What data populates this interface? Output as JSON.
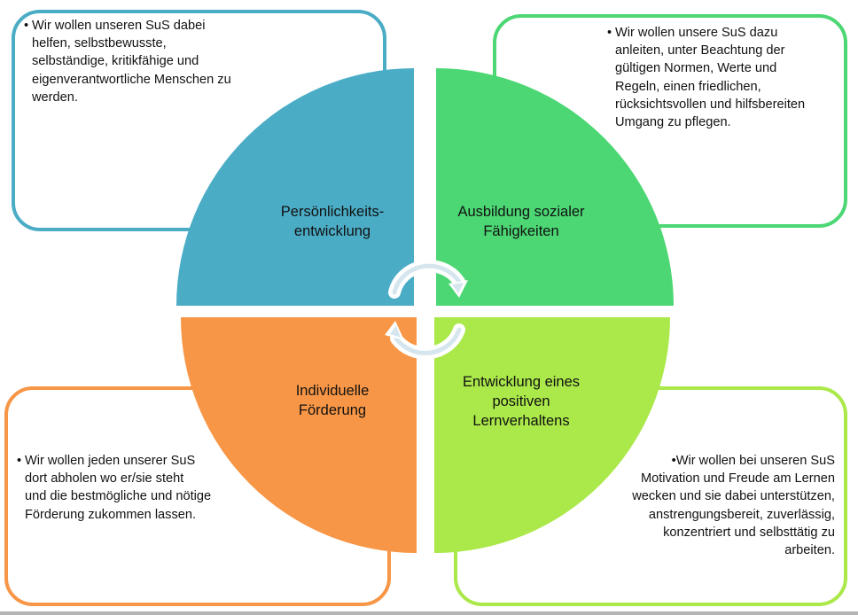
{
  "diagram": {
    "quadrants": [
      {
        "id": "tl",
        "label": "Persönlichkeits-\nentwicklung",
        "label_lines": [
          "Persönlichkeits-",
          "entwicklung"
        ],
        "color": "#4bacc6",
        "description": "Wir wollen unseren SuS dabei helfen, selbstbewusste, selbständige, kritikfähige und eigenverantwortliche Menschen zu werden.",
        "description_lines": [
          "Wir wollen unseren SuS dabei",
          "helfen, selbstbewusste,",
          "selbständige, kritikfähige und",
          "eigenverantwortliche Menschen zu",
          "werden."
        ]
      },
      {
        "id": "tr",
        "label": "Ausbildung sozialer Fähigkeiten",
        "label_lines": [
          "Ausbildung sozialer",
          "Fähigkeiten"
        ],
        "color": "#4cd774",
        "description": "Wir wollen unsere SuS dazu anleiten, unter Beachtung der gültigen Normen, Werte und Regeln, einen friedlichen, rücksichtsvollen und hilfsbereiten Umgang zu pflegen.",
        "description_lines": [
          "Wir wollen unsere SuS dazu",
          "anleiten, unter Beachtung der",
          "gültigen Normen, Werte und",
          "Regeln, einen friedlichen,",
          "rücksichtsvollen und hilfsbereiten",
          "Umgang zu pflegen."
        ]
      },
      {
        "id": "bl",
        "label": "Individuelle Förderung",
        "label_lines": [
          "Individuelle",
          "Förderung"
        ],
        "color": "#f79646",
        "description": "Wir wollen jeden unserer SuS dort abholen wo er/sie steht und die bestmögliche und nötige Förderung zukommen lassen.",
        "description_lines": [
          "Wir wollen jeden unserer SuS",
          "dort abholen wo er/sie steht",
          "und die bestmögliche und nötige",
          "Förderung zukommen lassen."
        ]
      },
      {
        "id": "br",
        "label": "Entwicklung eines positiven Lernverhaltens",
        "label_lines": [
          "Entwicklung eines",
          "positiven",
          "Lernverhaltens"
        ],
        "color": "#abe84a",
        "description": "Wir wollen bei unseren SuS Motivation und Freude am Lernen wecken und sie dabei unterstützen, anstrengungsbereit, zuverlässig, konzentriert und selbsttätig zu arbeiten.",
        "description_lines": [
          "Wir wollen bei unseren SuS",
          "Motivation und Freude am Lernen",
          "wecken und sie dabei unterstützen,",
          "anstrengungsbereit, zuverlässig,",
          "konzentriert und selbsttätig zu",
          "arbeiten."
        ]
      }
    ],
    "bullet": "•",
    "center_icon": "cycle-arrows-icon",
    "arrow_color": "#d6e6ee"
  }
}
